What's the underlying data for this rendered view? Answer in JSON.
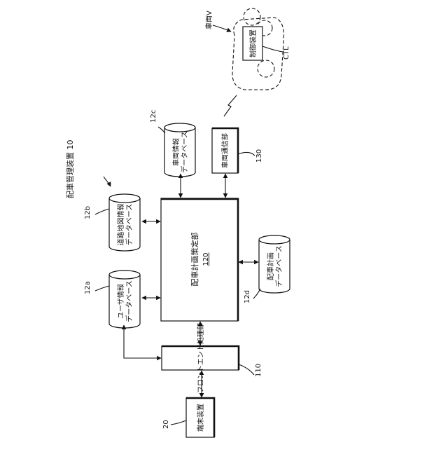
{
  "diagram": {
    "system_label": "配車管理装置 10",
    "dispatch_unit": {
      "name": "配車計画策定部",
      "ref": "120"
    },
    "frontend": {
      "name": "フロントエンド処理部",
      "ref": "110"
    },
    "vehicle_comm": {
      "name": "車両通信部",
      "ref": "130"
    },
    "terminal": {
      "name": "端末装置",
      "ref": "20"
    },
    "vehicle": {
      "label": "車両V",
      "controller": "制御装置",
      "ctl_ref": "CTL"
    },
    "databases": {
      "user_db": {
        "line1": "ユーザ情報",
        "line2": "データベース",
        "ref": "12a"
      },
      "road_db": {
        "line1": "道路地図情報",
        "line2": "データベース",
        "ref": "12b"
      },
      "vehicle_db": {
        "line1": "車両情報",
        "line2": "データベース",
        "ref": "12c"
      },
      "plan_db": {
        "line1": "配車計画",
        "line2": "データベース",
        "ref": "12d"
      }
    }
  }
}
